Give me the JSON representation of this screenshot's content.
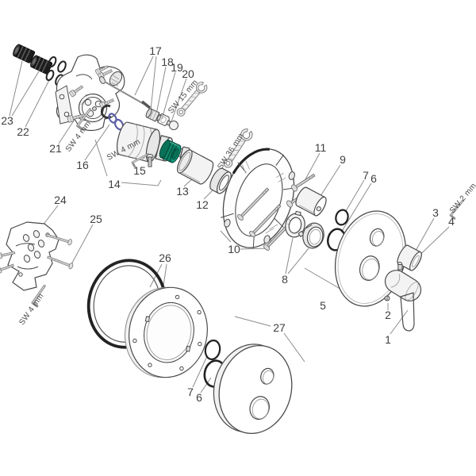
{
  "diagram": {
    "type": "exploded-parts-diagram",
    "background": "#ffffff",
    "line_color": "#4a4a4a",
    "leader_color": "#8c8c8c",
    "label_color": "#3f3f3f",
    "highlight_green": "#0e8a6d",
    "highlight_blue": "#5b5fa6",
    "black_part_color": "#1c1c1c"
  },
  "labels": {
    "n1": "1",
    "n2": "2",
    "n3": "3",
    "n4": "4",
    "n5": "5",
    "n6_top": "6",
    "n7_top": "7",
    "n6_bottom": "6",
    "n7_bottom": "7",
    "n8": "8",
    "n9": "9",
    "n10": "10",
    "n11": "11",
    "n12": "12",
    "n13": "13",
    "n14": "14",
    "n15": "15",
    "n16": "16",
    "n17": "17",
    "n18": "18",
    "n19": "19",
    "n20": "20",
    "n21": "21",
    "n22": "22",
    "n23": "23",
    "n24": "24",
    "n25": "25",
    "n26": "26",
    "n27": "27"
  },
  "tools": {
    "sw2": "SW 2 mm",
    "sw4_body": "SW 4 mm",
    "sw4_cartridge": "SW 4 mm",
    "sw4_bracket": "SW 4 mm",
    "sw15": "SW 15 mm",
    "sw36": "SW 36 mm"
  }
}
